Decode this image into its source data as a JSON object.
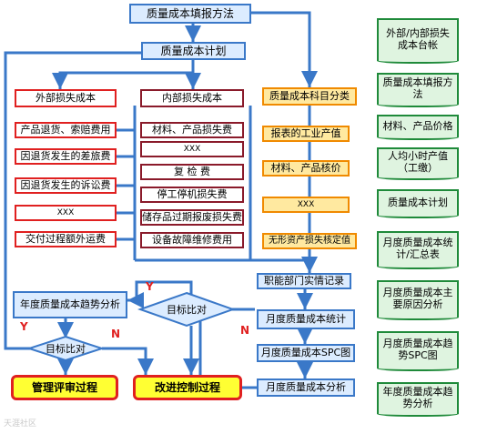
{
  "flow": {
    "top": "质量成本填报方法",
    "plan": "质量成本计划",
    "external": "外部损失成本",
    "internal": "内部损失成本",
    "subject": "质量成本科目分类",
    "external_items": [
      "产品退货、索赔费用",
      "因退货发生的差旅费",
      "因退货发生的诉讼费",
      "XXX",
      "交付过程额外运费"
    ],
    "internal_items": [
      "材料、产品损失费",
      "XXX",
      "复 检 费",
      "停工停机损失费",
      "储存品过期报废损失费",
      "设备故障维修费用"
    ],
    "subject_items": [
      "报表的工业产值",
      "材料、产品核价",
      "XXX",
      "无形资产损失核定值"
    ],
    "record": "职能部门实情记录",
    "monthly_stat": "月度质量成本统计",
    "spc": "月度质量成本SPC图",
    "monthly_analysis": "月度质量成本分析",
    "annual_trend": "年度质量成本趋势分析",
    "compare1": "目标比对",
    "compare2": "目标比对",
    "yes": "Y",
    "no": "N",
    "mgmt_review": "管理评审过程",
    "improve": "改进控制过程"
  },
  "side_docs": [
    "外部/内部损失成本台帐",
    "质量成本填报方法",
    "材料、产品价格",
    "人均小时产值（工缴）",
    "质量成本计划",
    "月度质量成本统计/汇总表",
    "月度质量成本主要原因分析",
    "月度质量成本趋势SPC图",
    "年度质量成本趋势分析"
  ],
  "watermark": "天涯社区",
  "colors": {
    "line": "#3a78c8",
    "red": "#e02020",
    "green": "#1f8a3a",
    "orange": "#f08a00"
  }
}
